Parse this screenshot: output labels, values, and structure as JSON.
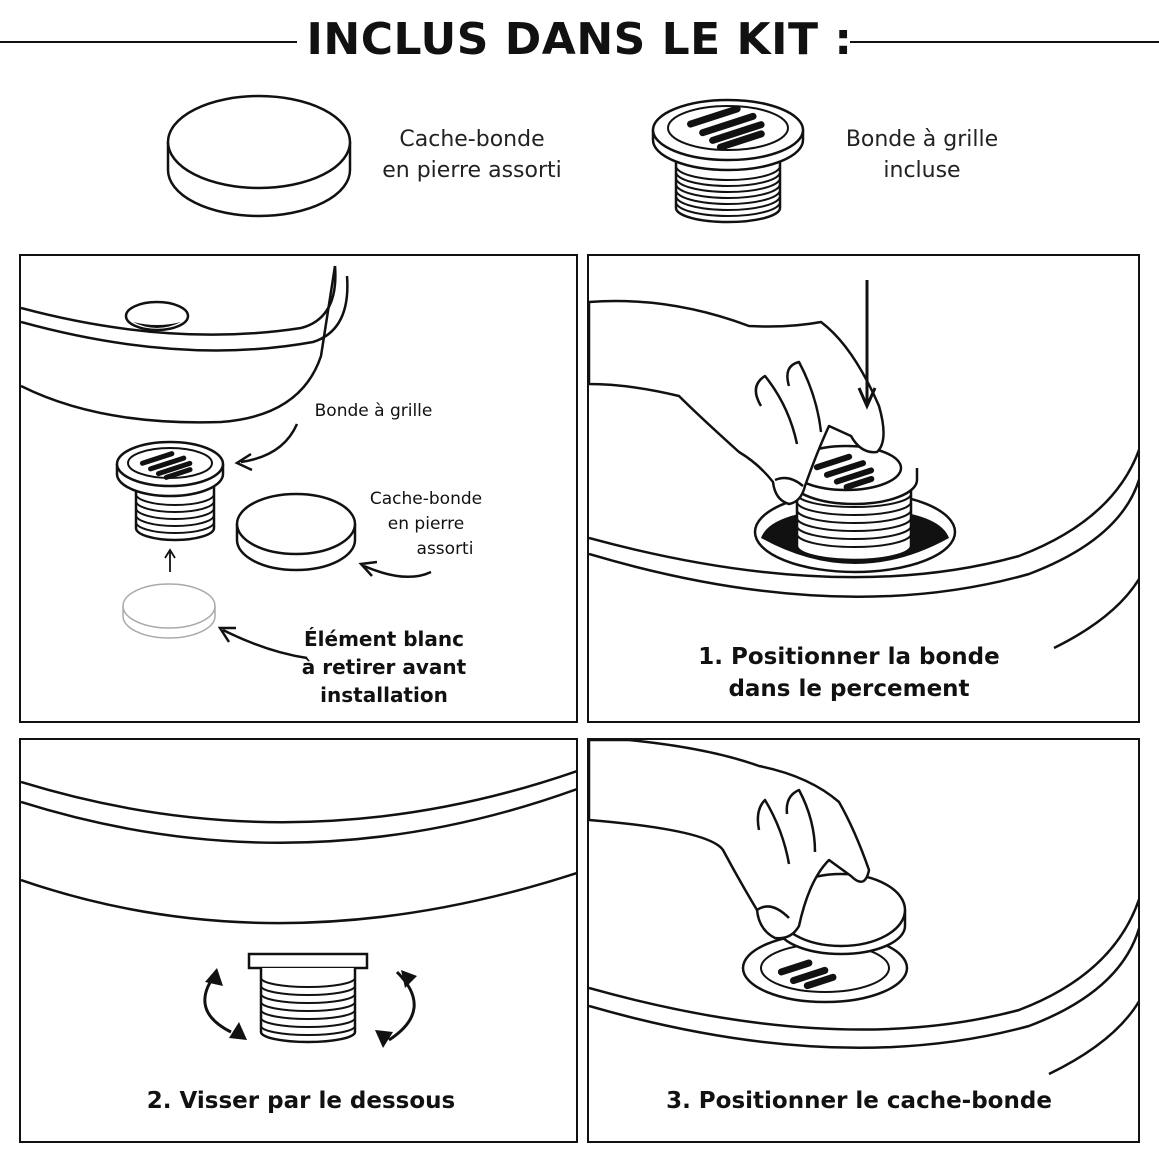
{
  "header": {
    "title": "INCLUS DANS LE KIT :"
  },
  "kit": [
    {
      "icon": "stone-cap-icon",
      "label_line1": "Cache-bonde",
      "label_line2": "en pierre assorti"
    },
    {
      "icon": "grid-drain-icon",
      "label_line1": "Bonde à grille",
      "label_line2": "incluse"
    }
  ],
  "overview": {
    "drain_label": "Bonde à grille",
    "cap_label_line1": "Cache-bonde",
    "cap_label_line2": "en pierre",
    "cap_label_line3": "assorti",
    "white_label_line1": "Élément blanc",
    "white_label_line2": "à retirer avant",
    "white_label_line3": "installation"
  },
  "steps": [
    {
      "label_line1": "1. Positionner la bonde",
      "label_line2": "dans le percement"
    },
    {
      "label_line1": "2. Visser par le dessous"
    },
    {
      "label_line1": "3. Positionner le cache-bonde"
    }
  ]
}
